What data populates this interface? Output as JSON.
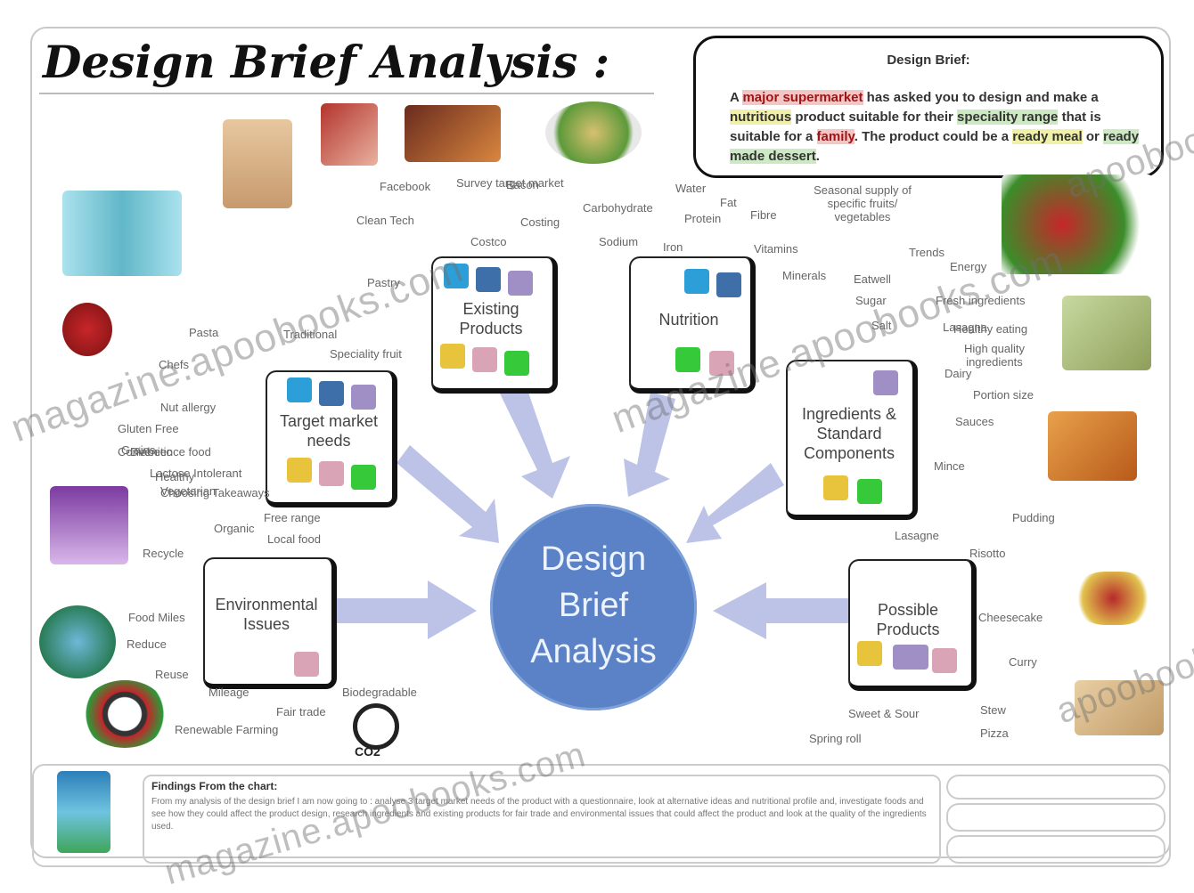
{
  "title": "Design Brief Analysis :",
  "brief": {
    "heading": "Design Brief:",
    "text_parts": [
      {
        "t": "A ",
        "hl": ""
      },
      {
        "t": "major supermarket",
        "hl": "red"
      },
      {
        "t": " has asked you to design and make a ",
        "hl": ""
      },
      {
        "t": "nutritious",
        "hl": "yel"
      },
      {
        "t": " product suitable for their ",
        "hl": ""
      },
      {
        "t": "speciality range",
        "hl": "grn"
      },
      {
        "t": " that is suitable for a ",
        "hl": ""
      },
      {
        "t": "family",
        "hl": "red"
      },
      {
        "t": ". The product could be a ",
        "hl": ""
      },
      {
        "t": "ready meal",
        "hl": "yel"
      },
      {
        "t": " or ",
        "hl": ""
      },
      {
        "t": "ready made dessert",
        "hl": "grn"
      },
      {
        "t": ".",
        "hl": ""
      }
    ]
  },
  "center_label": [
    "Design",
    "Brief",
    "Analysis"
  ],
  "nodes": {
    "existing_products": "Existing Products",
    "nutrition": "Nutrition",
    "target_market": "Target market needs",
    "ingredients": "Ingredients & Standard Components",
    "environmental": "Environmental Issues",
    "possible_products": "Possible Products"
  },
  "words": [
    "Facebook",
    "Survey target market",
    "Clean Tech",
    "Costco",
    "Carbohydrate",
    "Protein",
    "Water",
    "Fat",
    "Fibre",
    "Seasonal supply of specific fruits/ vegetables",
    "Costing",
    "Bacon",
    "Sodium",
    "Iron",
    "Vitamins",
    "Minerals",
    "Eatwell",
    "Sugar",
    "Salt",
    "Fresh ingredients",
    "Healthy eating",
    "Dairy",
    "Trends",
    "Energy",
    "Portion size",
    "High quality ingredients",
    "Pastry",
    "Traditional",
    "Speciality fruit",
    "Pasta",
    "Sauces",
    "Mince",
    "Chefs",
    "Nut allergy",
    "Gluten Free",
    "Grains",
    "Diabetic",
    "Lactose Intolerant",
    "Vegetarian",
    "Convenience food",
    "Healthy",
    "Choosing Takeaways",
    "Lasagne",
    "Risotto",
    "Pudding",
    "Cheesecake",
    "Free range",
    "Local food",
    "Organic",
    "Recycle",
    "Food Miles",
    "Reduce",
    "Reuse",
    "Mileage",
    "Fair trade",
    "Renewable Farming",
    "Biodegradable",
    "Sweet & Sour",
    "Spring roll",
    "Stew",
    "Pizza",
    "Curry",
    "Lasagna",
    "CO2"
  ],
  "findings": {
    "title": "Findings From the chart:",
    "text": "From my analysis of the design brief I am now going to : analyse 3 target market needs of the product with a questionnaire, look at alternative ideas and nutritional profile and, investigate foods and see how they could affect the product design, research ingredients and existing products for fair trade and environmental issues that could affect the product and look at the quality of the ingredients used."
  },
  "watermarks": [
    "magazine.apoobooks.com",
    "magazine.apoobooks.com",
    "apoobooks.com",
    "magazine.apoobooks.com",
    "apoobooks.com"
  ],
  "colors": {
    "center": "#5b82c6",
    "arrow": "#b9c0e6",
    "tile_blue": "#2d9fd8",
    "tile_navy": "#3f6fa8",
    "tile_lilac": "#9f8fc4",
    "tile_yellow": "#e8c43c",
    "tile_pink": "#d9a4b6",
    "tile_green": "#36c93a"
  }
}
